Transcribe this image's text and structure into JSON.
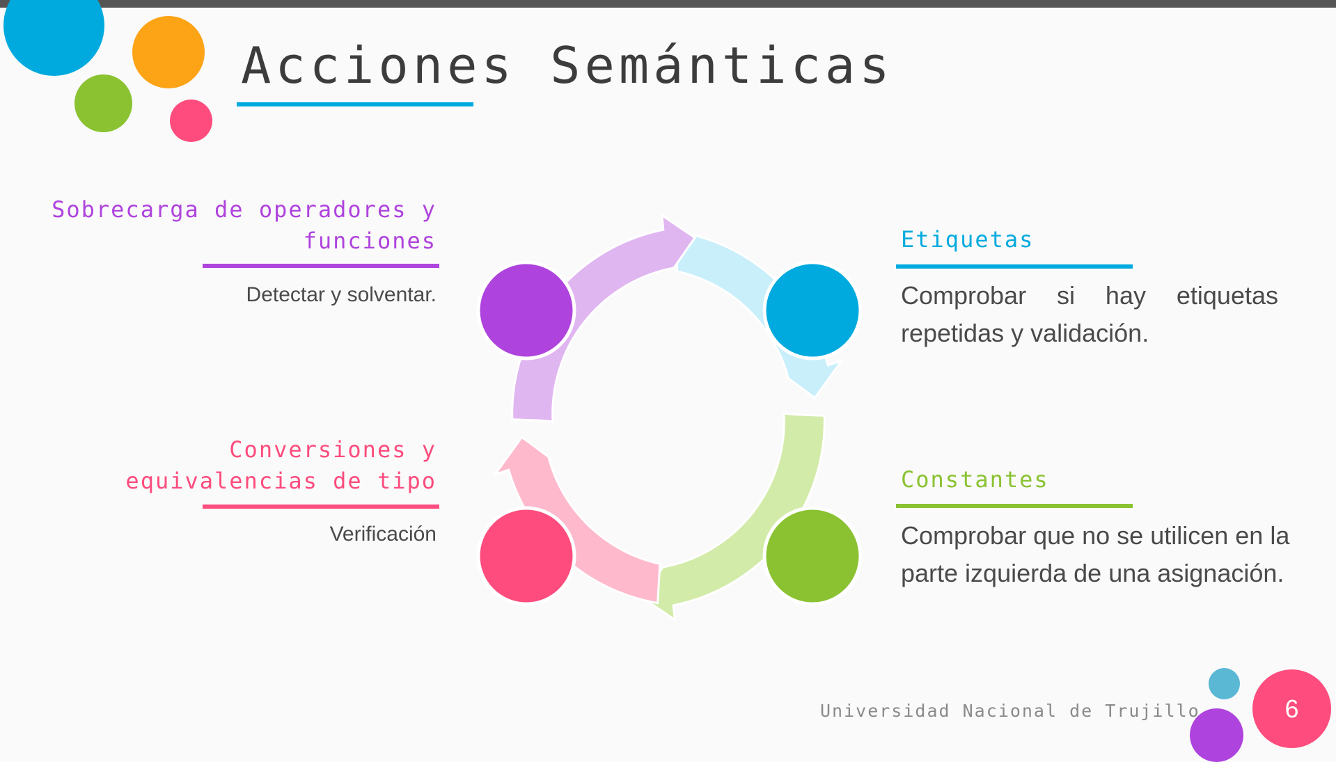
{
  "slide": {
    "title": "Acciones Semánticas",
    "footer": "Universidad Nacional de Trujillo",
    "page_number": "6"
  },
  "colors": {
    "purple": "#af43dd",
    "purple_light": "#e0b6f1",
    "blue": "#00aade",
    "blue_light": "#c9effb",
    "green": "#8ac232",
    "green_light": "#d3eba9",
    "pink": "#fd4c7d",
    "pink_light": "#feb9cc",
    "orange": "#fca316",
    "topbar": "#555555",
    "teal": "#5ab8d4"
  },
  "items": {
    "sobrecarga": {
      "heading": [
        "Sobrecarga de operadores y",
        "funciones"
      ],
      "desc": "Detectar y solventar."
    },
    "etiquetas": {
      "heading": "Etiquetas",
      "desc": "Comprobar si hay etiquetas repetidas y validación."
    },
    "conversiones": {
      "heading": [
        "Conversiones y",
        "equivalencias de tipo"
      ],
      "desc": "Verificación"
    },
    "constantes": {
      "heading": "Constantes",
      "desc": "Comprobar que no se utilicen en la parte izquierda de una asignación."
    }
  }
}
